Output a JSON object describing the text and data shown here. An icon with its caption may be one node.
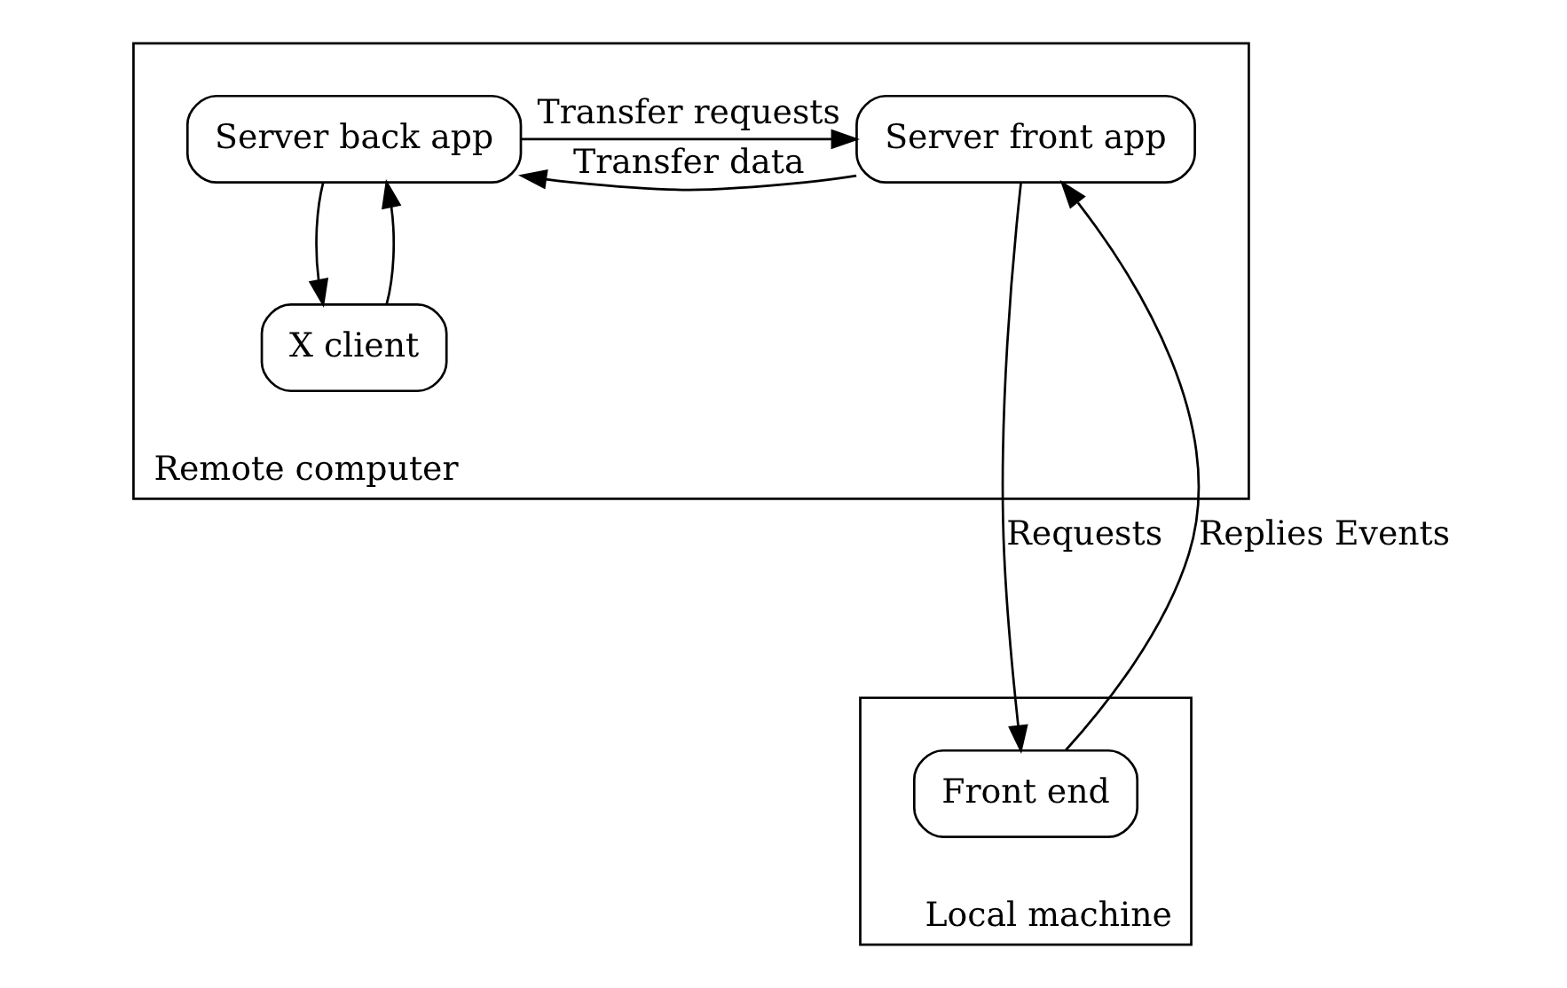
{
  "diagram": {
    "nodes": [
      {
        "text": [
          "Remote computer"
        ]
      },
      {
        "text": [
          "Server back app"
        ],
        "in": 0
      },
      {
        "text": [
          "Server front app"
        ],
        "in": 0
      },
      {
        "text": [
          "X client"
        ],
        "in": 0
      },
      {
        "text": [
          "Local machine"
        ]
      },
      {
        "text": [
          "Front end"
        ],
        "in": 4
      }
    ],
    "edges": [
      {
        "from": 2,
        "to": 1,
        "arrow": "to",
        "label": "Transfer data"
      },
      {
        "from": 1,
        "to": 2,
        "arrow": "to",
        "label": "Transfer requests"
      },
      {
        "from": 1,
        "to": 3,
        "arrow": "to"
      },
      {
        "from": 3,
        "to": 1,
        "arrow": "to"
      },
      {
        "from": 5,
        "to": 2,
        "arrow": "to",
        "label": "Replies Events"
      },
      {
        "from": 2,
        "to": 5,
        "arrow": "to",
        "label": "Requests"
      }
    ]
  }
}
